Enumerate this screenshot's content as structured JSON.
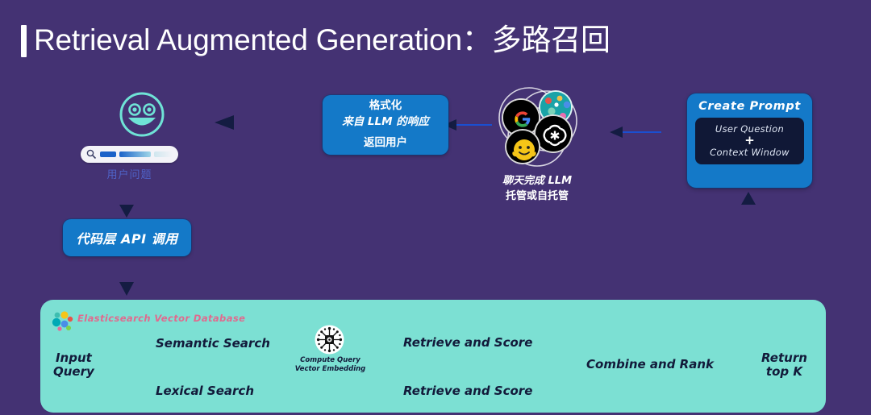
{
  "page": {
    "title_accent_color": "#ffffff",
    "background_color": "#443273",
    "title": "Retrieval Augmented Generation：多路召回"
  },
  "colors": {
    "background": "#443273",
    "blue_box": "#1479c8",
    "teal_panel": "#7ce0d3",
    "dark_navy": "#101836",
    "accent_pink": "#e06a8e",
    "avatar_teal": "#6fe3d6",
    "arrow_navy": "#141c42",
    "wire_blue": "#1a4fd0"
  },
  "user_flow": {
    "avatar_icon": "smiley-face-icon",
    "input_pill": {
      "icon": "search-icon",
      "placeholder": "",
      "value": ""
    },
    "user_question_label": "用户问题",
    "api_call_box_label": "代码层 API 调用"
  },
  "format_box": {
    "line1": "格式化",
    "line2": "来自 LLM 的响应",
    "line3": "返回用户"
  },
  "llm_cluster": {
    "logos": [
      "google-logo-icon",
      "openai-logo-icon",
      "huggingface-logo-icon",
      "meta-ai-logo-icon"
    ],
    "caption_line1": "聊天完成 LLM",
    "caption_line2": "托管或自托管"
  },
  "create_prompt": {
    "title": "Create Prompt",
    "inner_line1": "User Question",
    "plus": "+",
    "inner_line2": "Context Window"
  },
  "elasticsearch": {
    "logo_icon": "elasticsearch-logo-icon",
    "title": "Elasticsearch Vector Database",
    "input_query_line1": "Input",
    "input_query_line2": "Query",
    "semantic_search": "Semantic Search",
    "lexical_search": "Lexical Search",
    "embedding_icon": "neural-network-icon",
    "embedding_label_line1": "Compute Query",
    "embedding_label_line2": "Vector Embedding",
    "retrieve_and_score_top": "Retrieve and Score",
    "retrieve_and_score_bottom": "Retrieve and Score",
    "combine_and_rank": "Combine and Rank",
    "return_line1": "Return",
    "return_line2": "top K"
  }
}
